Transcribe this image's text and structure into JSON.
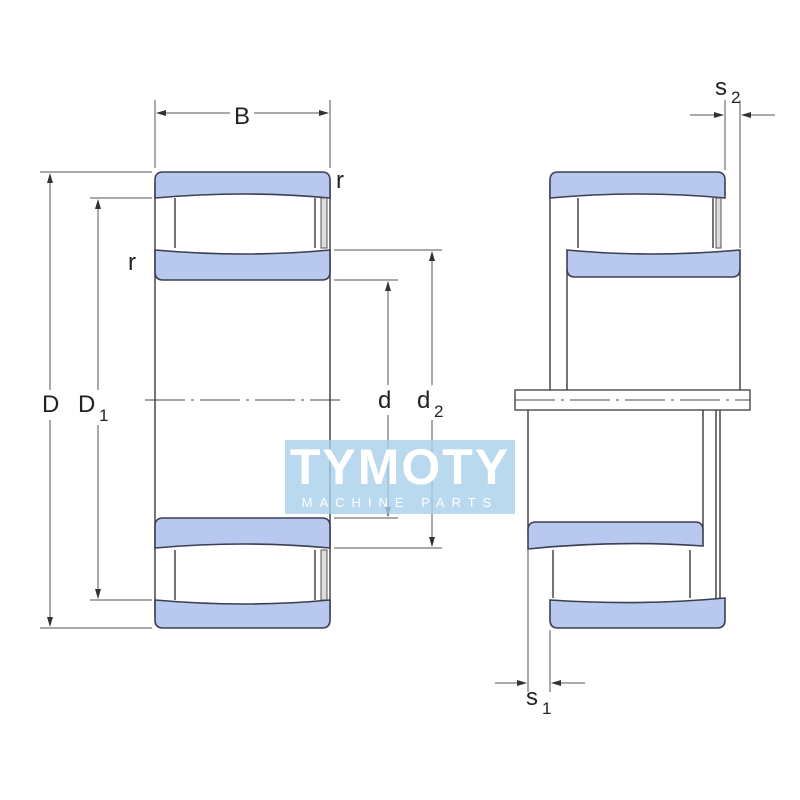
{
  "labels": {
    "B": "B",
    "D": "D",
    "D1_main": "D",
    "D1_sub": "1",
    "d": "d",
    "d2_main": "d",
    "d2_sub": "2",
    "r_top": "r",
    "r_left": "r",
    "s1_main": "s",
    "s1_sub": "1",
    "s2_main": "s",
    "s2_sub": "2"
  },
  "watermark": {
    "brand": "TYMOTY",
    "tagline": "MACHINE PARTS"
  },
  "colors": {
    "ring_fill": "#b9c8ee",
    "watermark": "#a8d0ea",
    "line": "#3a3a3a"
  }
}
